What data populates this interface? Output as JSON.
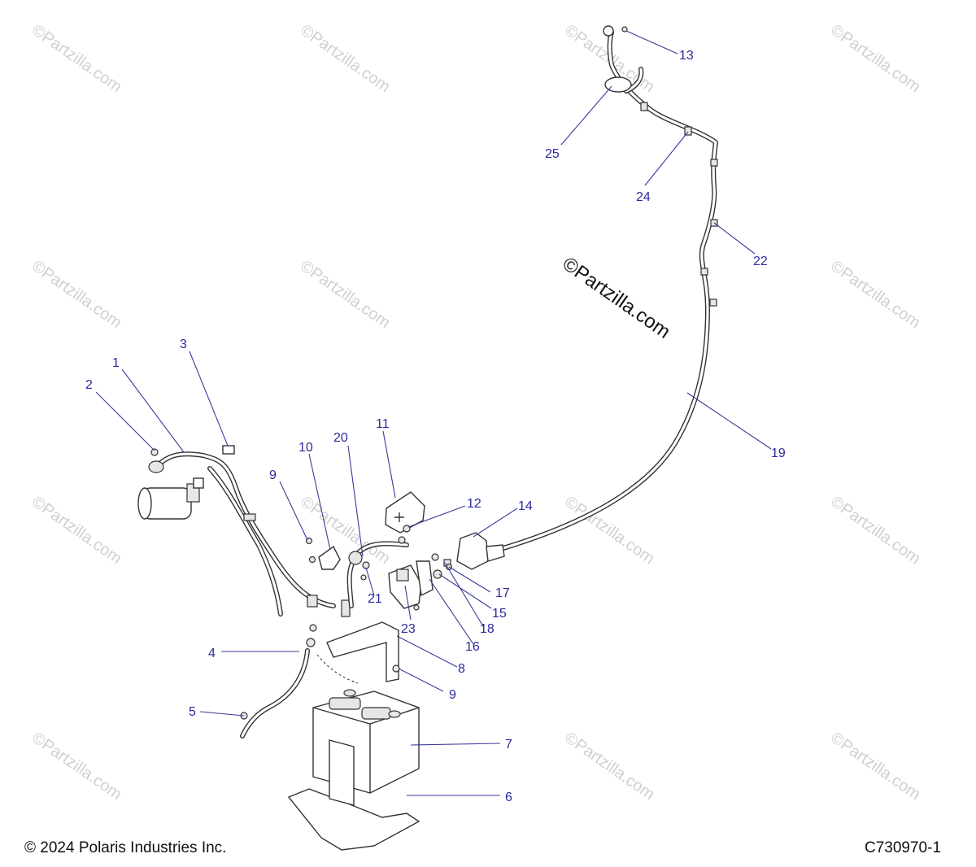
{
  "watermark_text": "©Partzilla.com",
  "center_watermark": "©Partzilla.com",
  "copyright": "© 2024 Polaris Industries Inc.",
  "diagram_code": "C730970-1",
  "callouts": [
    {
      "id": "c1",
      "label": "1"
    },
    {
      "id": "c2",
      "label": "2"
    },
    {
      "id": "c3",
      "label": "3"
    },
    {
      "id": "c4",
      "label": "4"
    },
    {
      "id": "c5",
      "label": "5"
    },
    {
      "id": "c6",
      "label": "6"
    },
    {
      "id": "c7",
      "label": "7"
    },
    {
      "id": "c8",
      "label": "8"
    },
    {
      "id": "c9a",
      "label": "9"
    },
    {
      "id": "c9b",
      "label": "9"
    },
    {
      "id": "c10",
      "label": "10"
    },
    {
      "id": "c11",
      "label": "11"
    },
    {
      "id": "c12",
      "label": "12"
    },
    {
      "id": "c13",
      "label": "13"
    },
    {
      "id": "c14",
      "label": "14"
    },
    {
      "id": "c15",
      "label": "15"
    },
    {
      "id": "c16",
      "label": "16"
    },
    {
      "id": "c17",
      "label": "17"
    },
    {
      "id": "c18",
      "label": "18"
    },
    {
      "id": "c19",
      "label": "19"
    },
    {
      "id": "c20",
      "label": "20"
    },
    {
      "id": "c21",
      "label": "21"
    },
    {
      "id": "c22",
      "label": "22"
    },
    {
      "id": "c23",
      "label": "23"
    },
    {
      "id": "c24",
      "label": "24"
    },
    {
      "id": "c25",
      "label": "25"
    }
  ],
  "colors": {
    "callout": "#2a2a9c",
    "leader": "#3a3a9a",
    "linework": "#333333",
    "watermark": "#d0d0d0"
  }
}
